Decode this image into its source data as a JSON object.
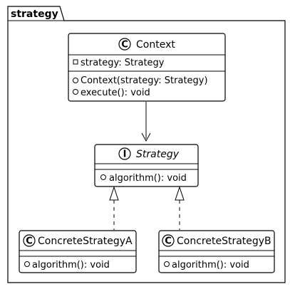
{
  "package": {
    "name": "strategy"
  },
  "classes": {
    "context": {
      "kind": "C",
      "name": "Context",
      "attributes": [
        {
          "visibility": "private",
          "text": "strategy: Strategy"
        }
      ],
      "methods": [
        {
          "visibility": "public",
          "text": "Context(strategy: Strategy)"
        },
        {
          "visibility": "public",
          "text": "execute(): void"
        }
      ]
    },
    "strategy": {
      "kind": "I",
      "name": "Strategy",
      "methods": [
        {
          "visibility": "public",
          "text": "algorithm(): void"
        }
      ]
    },
    "concrete_a": {
      "kind": "C",
      "name": "ConcreteStrategyA",
      "methods": [
        {
          "visibility": "public",
          "text": "algorithm(): void"
        }
      ]
    },
    "concrete_b": {
      "kind": "C",
      "name": "ConcreteStrategyB",
      "methods": [
        {
          "visibility": "public",
          "text": "algorithm(): void"
        }
      ]
    }
  },
  "relations": [
    {
      "from": "Context",
      "to": "Strategy",
      "type": "association"
    },
    {
      "from": "ConcreteStrategyA",
      "to": "Strategy",
      "type": "realization"
    },
    {
      "from": "ConcreteStrategyB",
      "to": "Strategy",
      "type": "realization"
    }
  ]
}
